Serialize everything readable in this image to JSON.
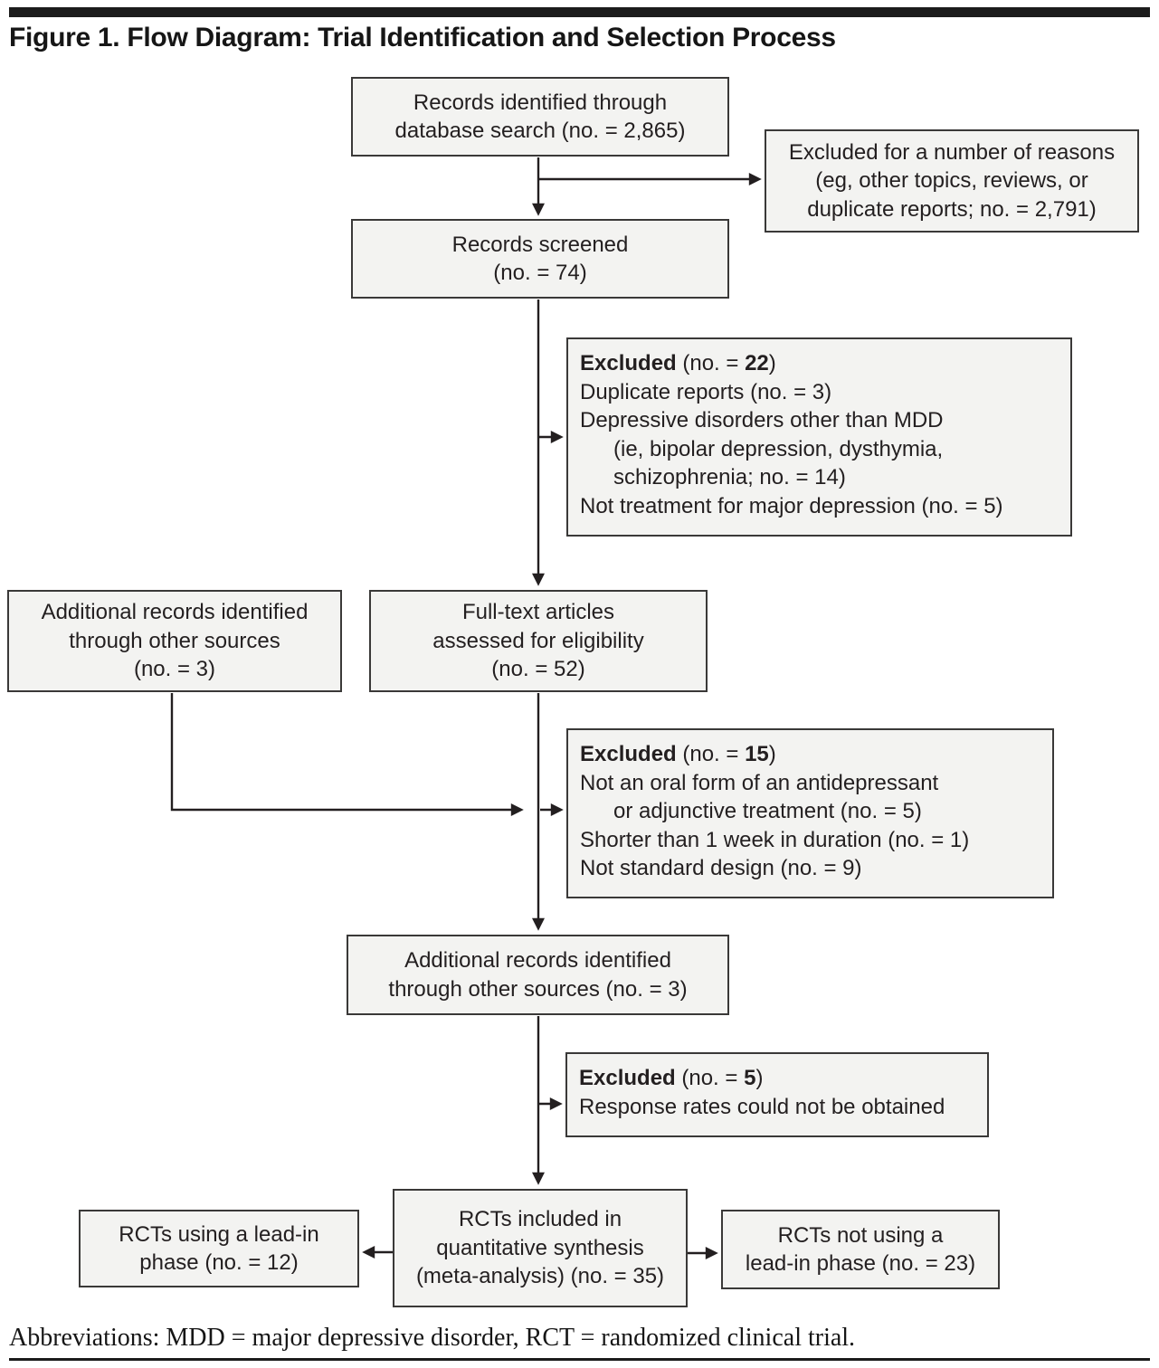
{
  "title": "Figure 1. Flow Diagram: Trial Identification and Selection Process",
  "footer": "Abbreviations: MDD = major depressive disorder, RCT = randomized clinical trial.",
  "colors": {
    "box-fill": "#f3f3f1",
    "box-border": "#3a3938",
    "line": "#231f20",
    "text": "#231f20",
    "rule": "#1c1c1c"
  },
  "boxes": {
    "records_identified": {
      "lines": [
        "Records identified through",
        "database search (no. = 2,865)"
      ]
    },
    "excluded_reasons": {
      "lines": [
        "Excluded for a number of reasons",
        "(eg, other topics, reviews, or",
        "duplicate reports; no. = 2,791)"
      ]
    },
    "records_screened": {
      "lines": [
        "Records screened",
        "(no. = 74)"
      ]
    },
    "excluded_screening": {
      "head_bold": "Excluded",
      "head_mid": " (no. = ",
      "head_num": "22",
      "head_close": ")",
      "lines": [
        "Duplicate reports (no. = 3)",
        "Depressive disorders other than MDD",
        "(ie, bipolar depression, dysthymia,",
        "schizophrenia; no. = 14)",
        "Not treatment for major depression (no. = 5)"
      ]
    },
    "additional_left": {
      "lines": [
        "Additional records identified",
        "through other sources",
        "(no. = 3)"
      ]
    },
    "full_text": {
      "lines": [
        "Full-text articles",
        "assessed for eligibility",
        "(no. = 52)"
      ]
    },
    "excluded_eligibility": {
      "head_bold": "Excluded",
      "head_mid": " (no. = ",
      "head_num": "15",
      "head_close": ")",
      "lines": [
        "Not an oral form of an antidepressant",
        "or adjunctive treatment (no. = 5)",
        "Shorter than 1 week in duration (no. = 1)",
        "Not standard design (no. = 9)"
      ]
    },
    "additional_mid": {
      "lines": [
        "Additional records identified",
        "through other sources (no. = 3)"
      ]
    },
    "excluded_response": {
      "head_bold": "Excluded",
      "head_mid": " (no. = ",
      "head_num": "5",
      "head_close": ")",
      "lines": [
        "Response rates could not be obtained"
      ]
    },
    "rcts_included": {
      "lines": [
        "RCTs included in",
        "quantitative synthesis",
        "(meta-analysis) (no. = 35)"
      ]
    },
    "rcts_lead_in": {
      "lines": [
        "RCTs using a lead-in",
        "phase (no. = 12)"
      ]
    },
    "rcts_no_lead_in": {
      "lines": [
        "RCTs not using a",
        "lead-in phase (no. = 23)"
      ]
    }
  }
}
